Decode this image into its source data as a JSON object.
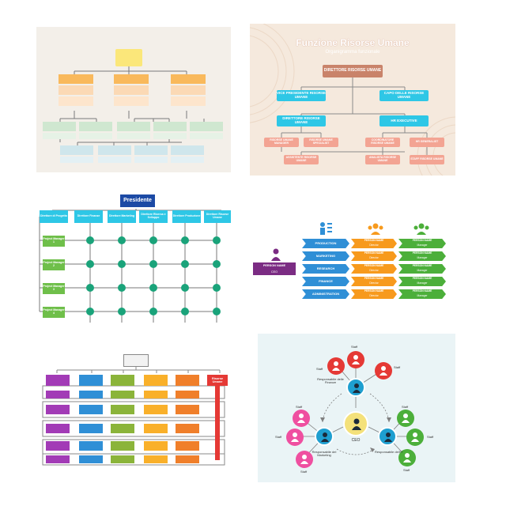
{
  "colors": {
    "panel1_bg": "#f3efe9",
    "panel2_bg": "#f5e9dd",
    "panel5_bg": "#ffffff",
    "panel6_bg": "#eaf4f6",
    "yellow": "#fbe77a",
    "orange": "#f9b95c",
    "peach": "#fbd9b5",
    "green": "#cfe7d0",
    "teal": "#cfe6ec",
    "brown": "#c9836a",
    "cyan": "#2ec7e6",
    "salmon": "#f3a493",
    "navy": "#1c4aa5",
    "grid_green": "#1aa37a",
    "bar_blue": "#2f8fd6",
    "bar_orange": "#f79a1d",
    "bar_green": "#4caf3a",
    "ceo_purple": "#7b2c83",
    "magenta": "#a23bb6",
    "red": "#e53935",
    "pink": "#ef4fa0"
  },
  "panel2": {
    "title": "Funzione Risorse Umane",
    "subtitle": "Organigramma funzionale",
    "top": "DIRETTORE RISORSE UMANE",
    "level2": [
      "VICE PRESIDENTE RISORSE UMANE",
      "CAPO DELLE RISORSE UMANE"
    ],
    "level3": [
      "DIRETTORE RISORSE UMANE",
      "HR EXECUTIVE"
    ],
    "level4": [
      "RISORSE UMANE MANAGER",
      "RISORSE UMANE SPECIALIST",
      "COORDINATORE RISORSE UMANE",
      "HR GENERALIST"
    ],
    "level5": [
      "ASSISTENTE RISORSE UMANE",
      "ANALISTA RISORSE UMANE",
      "STAFF RISORSE UMANE"
    ]
  },
  "panel3": {
    "title": "Presidente",
    "columns": [
      "Direttore di Progetto",
      "Direttore Finanze",
      "Direttore Marketing",
      "Direttore Ricerca e Sviluppo",
      "Direttore Produzione",
      "Direttore Risorse Umane"
    ],
    "rows": [
      "Project Manager 1",
      "Project Manager 2",
      "Project Manager 3",
      "Project Manager 4"
    ]
  },
  "panel4": {
    "ceo_line1": "PERSON NAME",
    "ceo_line2": "CEO",
    "departments": [
      "PRODUCTION",
      "MARKETING",
      "RESEARCH",
      "FINANCE",
      "ADMINISTRATION"
    ],
    "director_name": "PERSON NAME",
    "director_role": "Director",
    "manager_name": "PERSON NAME",
    "manager_role": "Manager"
  },
  "panel5": {
    "highlight_label": "Risorse Umane"
  },
  "panel6": {
    "center": "CEO",
    "hubs": [
      "Responsabile delle Finanze",
      "Responsabile del Marketing",
      "Responsabile dell'IT"
    ],
    "staff": "Staff"
  }
}
